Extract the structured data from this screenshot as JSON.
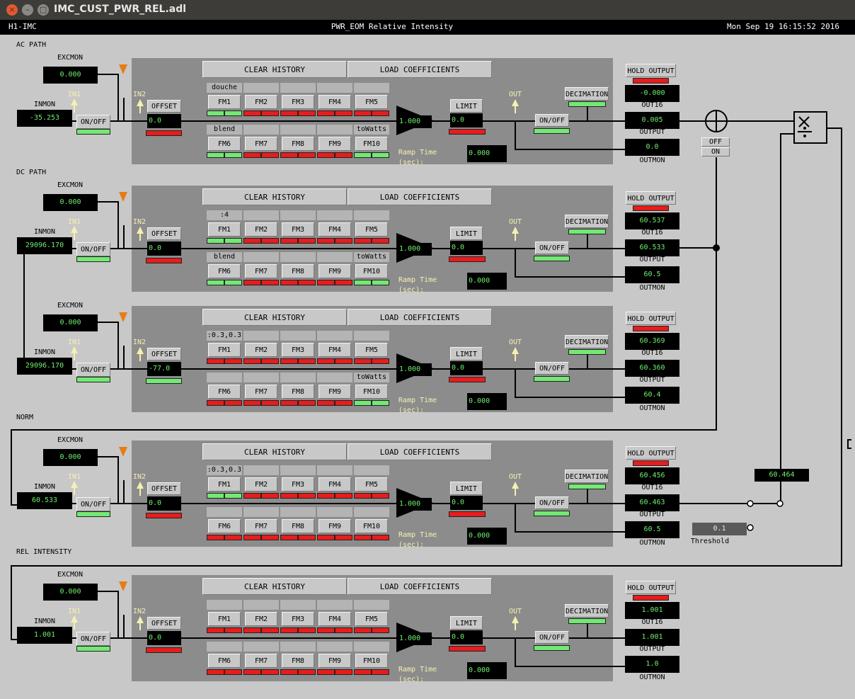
{
  "window": {
    "title": "IMC_CUST_PWR_REL.adl",
    "close_icon": "×",
    "min_icon": "–",
    "max_icon": "□"
  },
  "header": {
    "left": "H1-IMC",
    "center": "PWR_EOM Relative Intensity",
    "right": "Mon Sep 19 16:15:52 2016"
  },
  "labels": {
    "excmon": "EXCMON",
    "inmon": "INMON",
    "in1": "IN1",
    "in2": "IN2",
    "out": "OUT",
    "onoff": "ON/OFF",
    "offset": "OFFSET",
    "limit": "LIMIT",
    "decimation": "DECIMATION",
    "hold_output": "HOLD OUTPUT",
    "out16": "OUT16",
    "output": "OUTPUT",
    "outmon": "OUTMON",
    "clear_history": "CLEAR HISTORY",
    "load_coefficients": "LOAD COEFFICIENTS",
    "ramp_time": "Ramp Time (sec):",
    "fm": [
      "FM1",
      "FM2",
      "FM3",
      "FM4",
      "FM5",
      "FM6",
      "FM7",
      "FM8",
      "FM9",
      "FM10"
    ]
  },
  "colors": {
    "on": "#74e874",
    "off": "#e81c1c",
    "readout_text": "#6ef06e",
    "panel": "#8c8c8c"
  },
  "modules": [
    {
      "section": "AC PATH",
      "excmon": "0.000",
      "inmon": "-35.253",
      "offset": "0.0",
      "gain": "1.000",
      "limit": "0.0",
      "ramp": "0.000",
      "hold_output": "-0.000",
      "output": "0.005",
      "outmon": "0.0",
      "fm_names": [
        "douche",
        "",
        "",
        "",
        "",
        "blend",
        "",
        "",
        "",
        "toWatts"
      ],
      "fm_ind": [
        "gg",
        "rr",
        "rr",
        "rr",
        "rr",
        "gg",
        "rr",
        "rr",
        "rr",
        "gg"
      ],
      "offset_ind": "r",
      "onoff_ind": "g",
      "limit_ind": "r",
      "dec_ind": "g",
      "hold_ind": "r",
      "out_ind": "g"
    },
    {
      "section": "DC PATH",
      "excmon": "0.000",
      "inmon": "29096.170",
      "offset": "0.0",
      "gain": "1.000",
      "limit": "0.0",
      "ramp": "0.000",
      "hold_output": "60.537",
      "output": "60.533",
      "outmon": "60.5",
      "fm_names": [
        ":4",
        "",
        "",
        "",
        "",
        "blend",
        "",
        "",
        "",
        "toWatts"
      ],
      "fm_ind": [
        "gg",
        "rr",
        "rr",
        "rr",
        "rr",
        "gg",
        "rr",
        "rr",
        "rr",
        "gg"
      ],
      "offset_ind": "r",
      "onoff_ind": "g",
      "limit_ind": "r",
      "dec_ind": "g",
      "hold_ind": "r",
      "out_ind": "g"
    },
    {
      "section": "",
      "excmon": "0.000",
      "inmon": "29096.170",
      "offset": "-77.0",
      "gain": "1.000",
      "limit": "0.0",
      "ramp": "0.000",
      "hold_output": "60.369",
      "output": "60.360",
      "outmon": "60.4",
      "fm_names": [
        ":0.3,0.3",
        "",
        "",
        "",
        "",
        "",
        "",
        "",
        "",
        "toWatts"
      ],
      "fm_ind": [
        "rr",
        "rr",
        "rr",
        "rr",
        "rr",
        "rr",
        "rr",
        "rr",
        "rr",
        "gg"
      ],
      "offset_ind": "g",
      "onoff_ind": "g",
      "limit_ind": "r",
      "dec_ind": "g",
      "hold_ind": "r",
      "out_ind": "g"
    },
    {
      "section": "NORM",
      "excmon": "0.000",
      "inmon": "60.533",
      "offset": "0.0",
      "gain": "1.000",
      "limit": "0.0",
      "ramp": "0.000",
      "hold_output": "60.456",
      "output": "60.463",
      "outmon": "60.5",
      "fm_names": [
        ":0.3,0.3",
        "",
        "",
        "",
        "",
        "",
        "",
        "",
        "",
        ""
      ],
      "fm_ind": [
        "gg",
        "rr",
        "rr",
        "rr",
        "rr",
        "rr",
        "rr",
        "rr",
        "rr",
        "rr"
      ],
      "offset_ind": "r",
      "onoff_ind": "g",
      "limit_ind": "r",
      "dec_ind": "g",
      "hold_ind": "r",
      "out_ind": "g"
    },
    {
      "section": "REL INTENSITY",
      "excmon": "0.000",
      "inmon": "1.001",
      "offset": "0.0",
      "gain": "1.000",
      "limit": "0.0",
      "ramp": "0.000",
      "hold_output": "1.001",
      "output": "1.001",
      "outmon": "1.0",
      "fm_names": [
        "",
        "",
        "",
        "",
        "",
        "",
        "",
        "",
        "",
        ""
      ],
      "fm_ind": [
        "rr",
        "rr",
        "rr",
        "rr",
        "rr",
        "rr",
        "rr",
        "rr",
        "rr",
        "rr"
      ],
      "offset_ind": "r",
      "onoff_ind": "g",
      "limit_ind": "r",
      "dec_ind": "g",
      "hold_ind": "r",
      "out_ind": "g"
    }
  ],
  "sum_switch": {
    "off": "OFF",
    "on": "ON"
  },
  "divider": {
    "value": "60.464"
  },
  "threshold": {
    "value": "0.1",
    "label": "Threshold"
  }
}
